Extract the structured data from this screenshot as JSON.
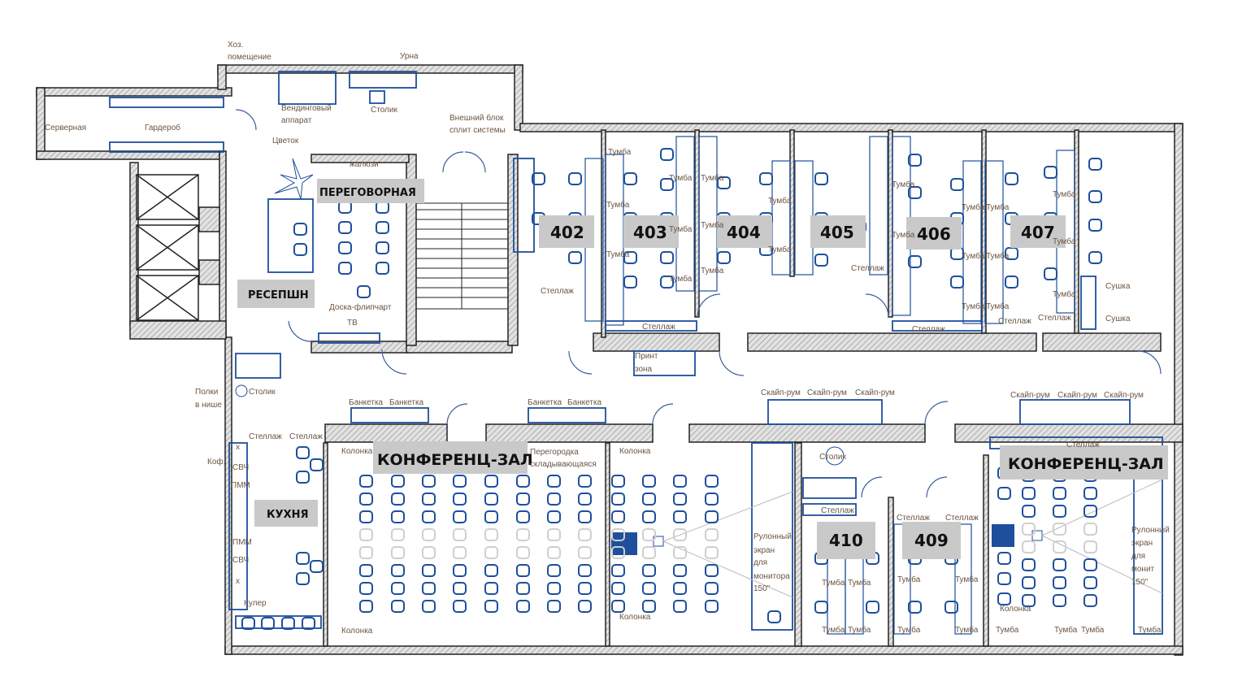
{
  "title_labels": {
    "meeting_room": "ПЕРЕГОВОРНАЯ",
    "reception": "РЕСЕПШН",
    "kitchen": "КУХНЯ",
    "conference_left": "КОНФЕРЕНЦ-ЗАЛ",
    "conference_right": "КОНФЕРЕНЦ-ЗАЛ"
  },
  "rooms": [
    "402",
    "403",
    "404",
    "405",
    "406",
    "407",
    "410",
    "409"
  ],
  "labels": {
    "server": "Серверная",
    "wardrobe": "Гардероб",
    "utility_1": "Хоз.",
    "utility_2": "помещение",
    "bin": "Урна",
    "vending_1": "Вендинговый",
    "vending_2": "аппарат",
    "table": "Столик",
    "split_1": "Внешний блок",
    "split_2": "сплит системы",
    "flower": "Цветок",
    "blinds": "жалюзи",
    "flipchart": "Доска-флипчарт",
    "tv": "ТВ",
    "shelves_1": "Полки",
    "shelves_2": "в нише",
    "table_2": "Столик",
    "rack": "Стеллаж",
    "coffee": "Коф.",
    "microwave": "СВЧ",
    "dishwasher": "ПММ",
    "cooler": "Кулер",
    "speaker": "Колонка",
    "bench": "Банкетка",
    "partition_1": "Перегородка",
    "partition_2": "складывающаяся",
    "screen_1": "Рулонный",
    "screen_2": "экран",
    "screen_3": "для",
    "screen_4": "монитора",
    "screen_4b": "монит",
    "screen_5": "150\"",
    "skype": "Скайп-рум",
    "cabinet": "Тумба",
    "print_1": "Принт",
    "print_2": "зона",
    "dryer": "Сушка",
    "x": "x"
  },
  "colors": {
    "furniture": "#1d4f9c",
    "wall": "#222222",
    "label_bg": "#c9c9c9",
    "label_text": "#6b5440"
  }
}
